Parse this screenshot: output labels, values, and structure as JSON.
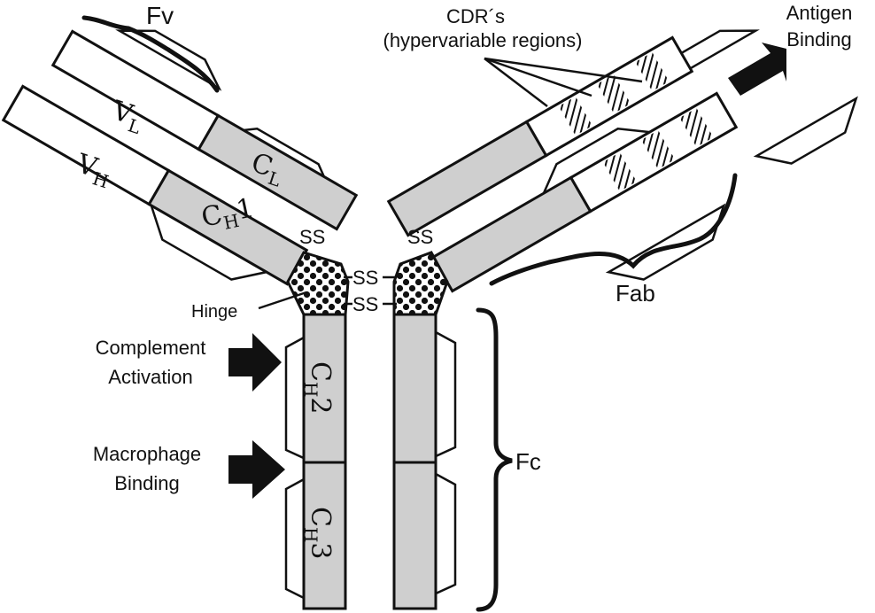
{
  "labels": {
    "fv": "Fv",
    "cdr_title": "CDR´s",
    "cdr_subtitle": "(hypervariable regions)",
    "antigen_line1": "Antigen",
    "antigen_line2": "Binding",
    "fab": "Fab",
    "fc": "Fc",
    "hinge": "Hinge",
    "complement_line1": "Complement",
    "complement_line2": "Activation",
    "macrophage_line1": "Macrophage",
    "macrophage_line2": "Binding",
    "ss": "SS"
  },
  "domains": {
    "vl": {
      "main": "V",
      "sub": "L"
    },
    "vh": {
      "main": "V",
      "sub": "H"
    },
    "cl": {
      "main": "C",
      "sub": "L"
    },
    "ch1": {
      "main": "C",
      "sub": "H",
      "suffix": "1"
    },
    "ch2": {
      "main": "C",
      "sub": "H",
      "suffix": "2"
    },
    "ch3": {
      "main": "C",
      "sub": "H",
      "suffix": "3"
    }
  },
  "colors": {
    "constant_fill": "#cfcfcf",
    "variable_fill": "#ffffff",
    "ink": "#111111"
  }
}
